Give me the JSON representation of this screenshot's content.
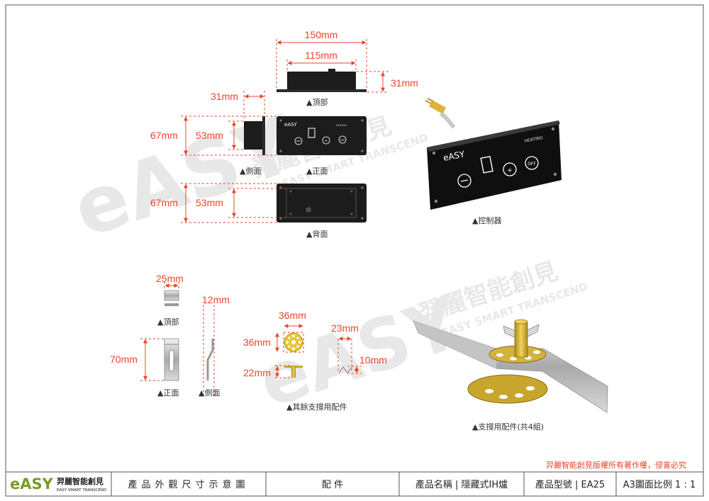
{
  "dimensions": {
    "top_width_outer": "150mm",
    "top_width_inner": "115mm",
    "top_height": "31mm",
    "side_depth": "31mm",
    "front_height_outer": "67mm",
    "front_height_inner": "53mm",
    "back_height_outer": "67mm",
    "back_height_inner": "53mm",
    "bracket_width": "25mm",
    "bracket_depth": "12mm",
    "bracket_height": "70mm",
    "knob_width": "36mm",
    "knob_height": "36mm",
    "knob_stem": "22mm",
    "clip_width": "23mm",
    "clip_height": "10mm"
  },
  "labels": {
    "top": "▲頂部",
    "side": "▲側面",
    "front": "▲正面",
    "back": "▲背面",
    "controller": "▲控制器",
    "bracket_top": "▲頂部",
    "bracket_front": "▲正面",
    "bracket_side": "▲側面",
    "other_parts": "▲其餘支撐用配件",
    "support_parts": "▲支撐用配件(共4組)"
  },
  "panel": {
    "brand": "eASY",
    "heating": "HEATING",
    "off": "OFF"
  },
  "watermark": {
    "brand": "eASY",
    "cn": "羿麗智能創見",
    "en": "EASY SMART TRANSCEND"
  },
  "copyright": "羿麗智能創見版權所有著作權，侵害必究",
  "title_block": {
    "logo_text": "eASY",
    "logo_cn": "羿麗智能創見",
    "logo_en": "EASY SMART TRANSCEND",
    "drawing_title": "產品外觀尺寸示意圖",
    "section": "配 件",
    "product_name": "產品名稱 | 隱藏式IH爐",
    "product_model": "產品型號 | EA25",
    "scale": "A3圖面比例 1 : 1"
  },
  "colors": {
    "dimension": "#e8462b",
    "panel": "#1c1c1c",
    "brass": "#d9b430"
  }
}
